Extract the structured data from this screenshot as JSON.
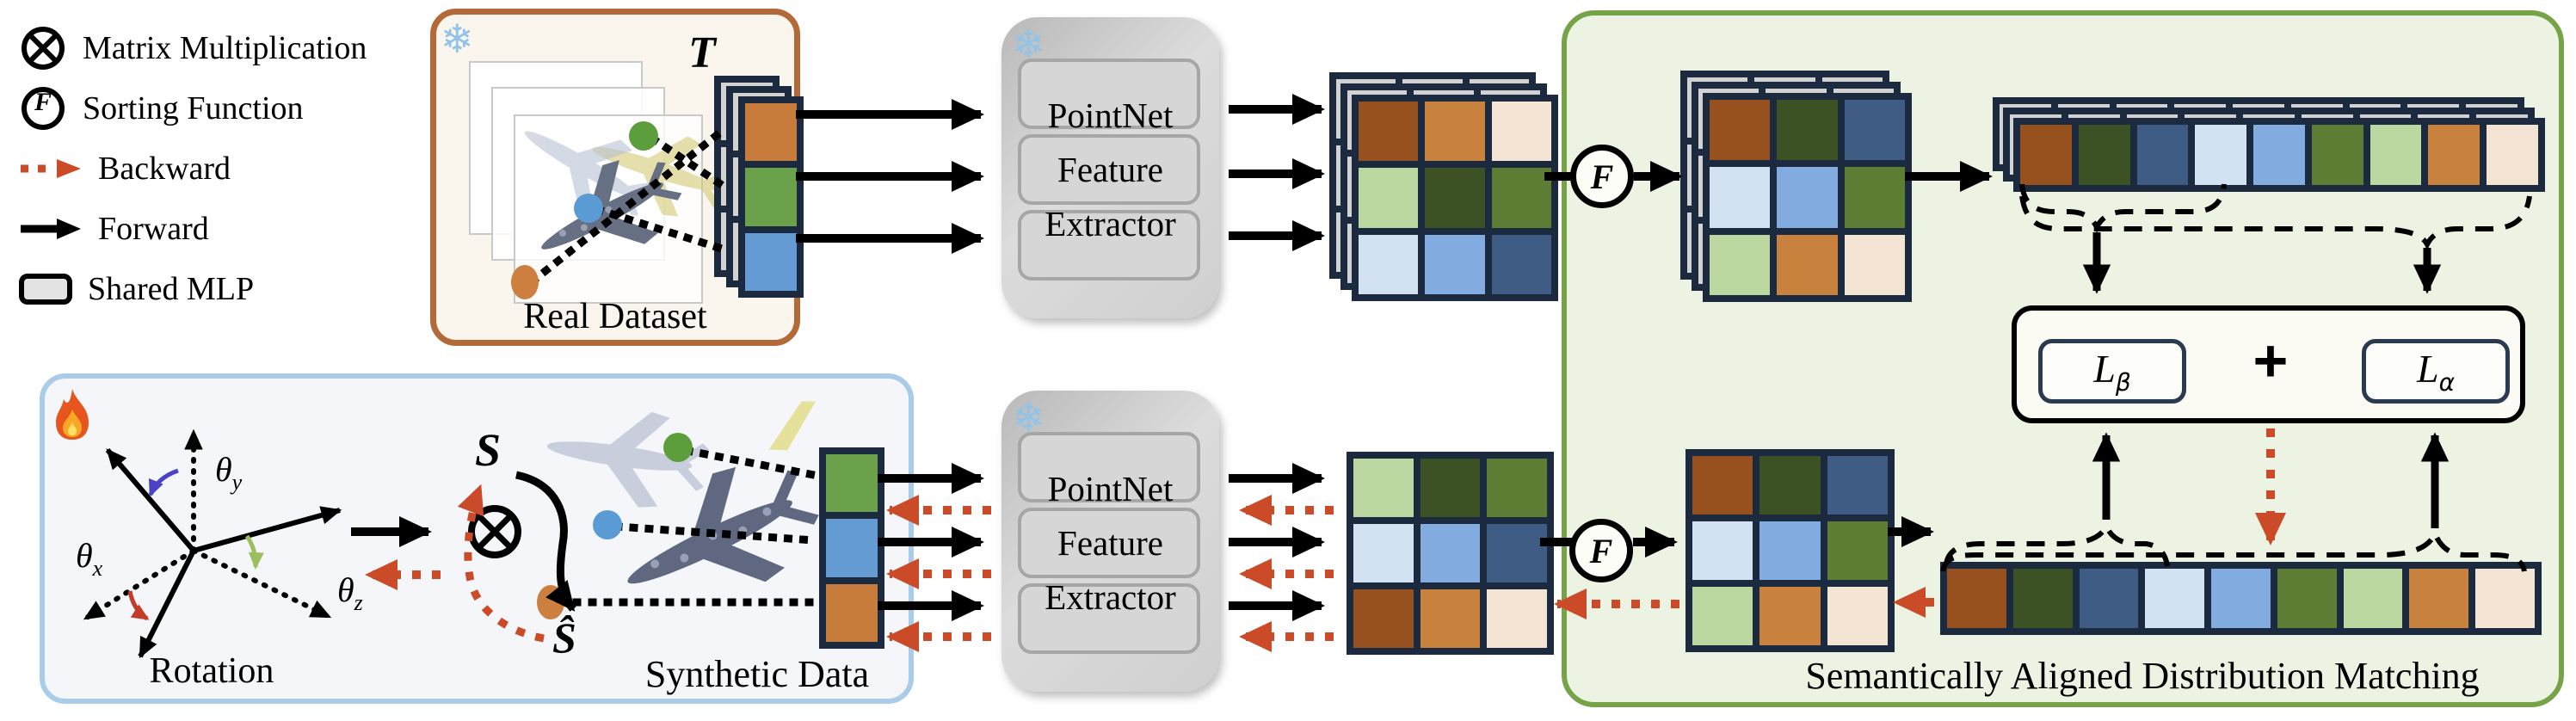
{
  "legend": {
    "items": [
      {
        "icon": "matrix-multiplication-icon",
        "label": "Matrix Multiplication"
      },
      {
        "icon": "sorting-function-icon",
        "label": "Sorting Function"
      },
      {
        "icon": "backward-arrow-icon",
        "label": "Backward"
      },
      {
        "icon": "forward-arrow-icon",
        "label": "Forward"
      },
      {
        "icon": "shared-mlp-icon",
        "label": "Shared MLP"
      }
    ]
  },
  "real_dataset": {
    "label": "Real Dataset",
    "symbol": "T"
  },
  "synthetic": {
    "rotation_label": "Rotation",
    "label": "Synthetic Data",
    "symbol_source": "S",
    "symbol_transformed": "Ŝ",
    "theta": {
      "base": "θ",
      "x": "x",
      "y": "y",
      "z": "z"
    }
  },
  "pointnet": {
    "line1": "PointNet",
    "line2": "Feature",
    "line3": "Extractor"
  },
  "sorting": {
    "symbol": "F"
  },
  "losses": {
    "l": "L",
    "beta": "β",
    "alpha": "α",
    "plus": "+"
  },
  "caption": "Semantically Aligned Distribution Matching",
  "colors": {
    "accent_red": "#cb4b28",
    "navy_border": "#1b2a3e",
    "green_box_border": "#76a348",
    "blue_box_border": "#a9cce9",
    "orange_box_border": "#b46a38",
    "stack_gray": "#d2d2d2"
  },
  "grids": {
    "real_column": [
      "#c87c3c",
      "#6ba14b",
      "#659bd3"
    ],
    "synthetic_column": [
      "#6ba14b",
      "#659bd3",
      "#c87c3c"
    ],
    "real_unsorted": [
      "#96511f",
      "#c9813e",
      "#f3e4d3",
      "#bcd8a0",
      "#3c5225",
      "#5d7d35",
      "#d3e2f2",
      "#82acdf",
      "#3e5c84"
    ],
    "sorted": [
      "#96511f",
      "#3c5225",
      "#3e5c84",
      "#d3e2f2",
      "#82acdf",
      "#5d7d35",
      "#bcd8a0",
      "#c9813e",
      "#f3e4d3"
    ],
    "synthetic_unsorted": [
      "#bcd8a0",
      "#3c5225",
      "#5d7d35",
      "#d3e2f2",
      "#82acdf",
      "#3e5c84",
      "#96511f",
      "#c9813e",
      "#f3e4d3"
    ],
    "row_sorted": [
      "#96511f",
      "#3c5225",
      "#3e5c84",
      "#d3e2f2",
      "#82acdf",
      "#5d7d35",
      "#bcd8a0",
      "#c9813e",
      "#f3e4d3"
    ],
    "gray9": [
      "#d2d2d2",
      "#d2d2d2",
      "#d2d2d2",
      "#d2d2d2",
      "#d2d2d2",
      "#d2d2d2",
      "#d2d2d2",
      "#d2d2d2",
      "#d2d2d2"
    ],
    "gray3": [
      "#d2d2d2",
      "#d2d2d2",
      "#d2d2d2"
    ]
  }
}
